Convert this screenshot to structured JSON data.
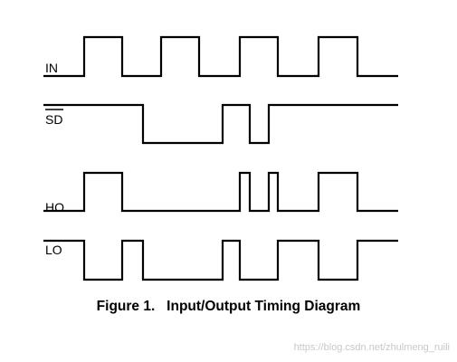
{
  "figure": {
    "caption": "Figure 1.   Input/Output Timing Diagram",
    "signals": [
      {
        "id": "in",
        "label": "IN",
        "overline": false
      },
      {
        "id": "sd",
        "label": "SD",
        "overline": true
      },
      {
        "id": "ho",
        "label": "HO",
        "overline": false
      },
      {
        "id": "lo",
        "label": "LO",
        "overline": false
      }
    ]
  },
  "watermark": "https://blog.csdn.net/zhulmeng_ruili"
}
